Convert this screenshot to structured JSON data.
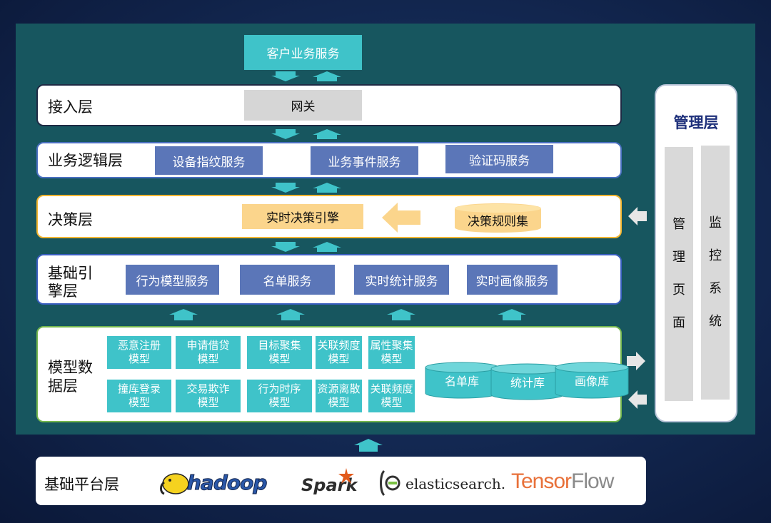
{
  "top_service": "客户业务服务",
  "layers": {
    "access": {
      "label": "接入层",
      "gateway": "网关"
    },
    "business": {
      "label": "业务逻辑层",
      "services": [
        "设备指纹服务",
        "业务事件服务",
        "验证码服务"
      ]
    },
    "decision": {
      "label": "决策层",
      "engine": "实时决策引擎",
      "rules": "决策规则集"
    },
    "engine": {
      "label_line1": "基础引",
      "label_line2": "擎层",
      "services": [
        "行为模型服务",
        "名单服务",
        "实时统计服务",
        "实时画像服务"
      ]
    },
    "model": {
      "label_line1": "模型数",
      "label_line2": "据层",
      "models": [
        {
          "l1": "恶意注册",
          "l2": "模型"
        },
        {
          "l1": "申请借贷",
          "l2": "模型"
        },
        {
          "l1": "目标聚集",
          "l2": "模型"
        },
        {
          "l1": "关联频度",
          "l2": "模型"
        },
        {
          "l1": "属性聚集",
          "l2": "模型"
        },
        {
          "l1": "撞库登录",
          "l2": "模型"
        },
        {
          "l1": "交易欺诈",
          "l2": "模型"
        },
        {
          "l1": "行为时序",
          "l2": "模型"
        },
        {
          "l1": "资源离散",
          "l2": "模型"
        },
        {
          "l1": "关联频度",
          "l2": "模型"
        }
      ],
      "stores": [
        "名单库",
        "统计库",
        "画像库"
      ]
    }
  },
  "management": {
    "title": "管理层",
    "col1": [
      "管",
      "理",
      "页",
      "面"
    ],
    "col2": [
      "监",
      "控",
      "系",
      "统"
    ]
  },
  "platform": {
    "label": "基础平台层",
    "logos": {
      "hadoop": "hadoop",
      "spark": "Spark",
      "elasticsearch": "elasticsearch.",
      "tensorflow": "TensorFlow"
    }
  },
  "colors": {
    "teal": "#3fc3c9",
    "service_blue": "#5b76b8",
    "gateway_gray": "#d6d6d6",
    "gold": "#fbd58c",
    "stage": "#17565f",
    "title_blue": "#1d2f7a"
  }
}
